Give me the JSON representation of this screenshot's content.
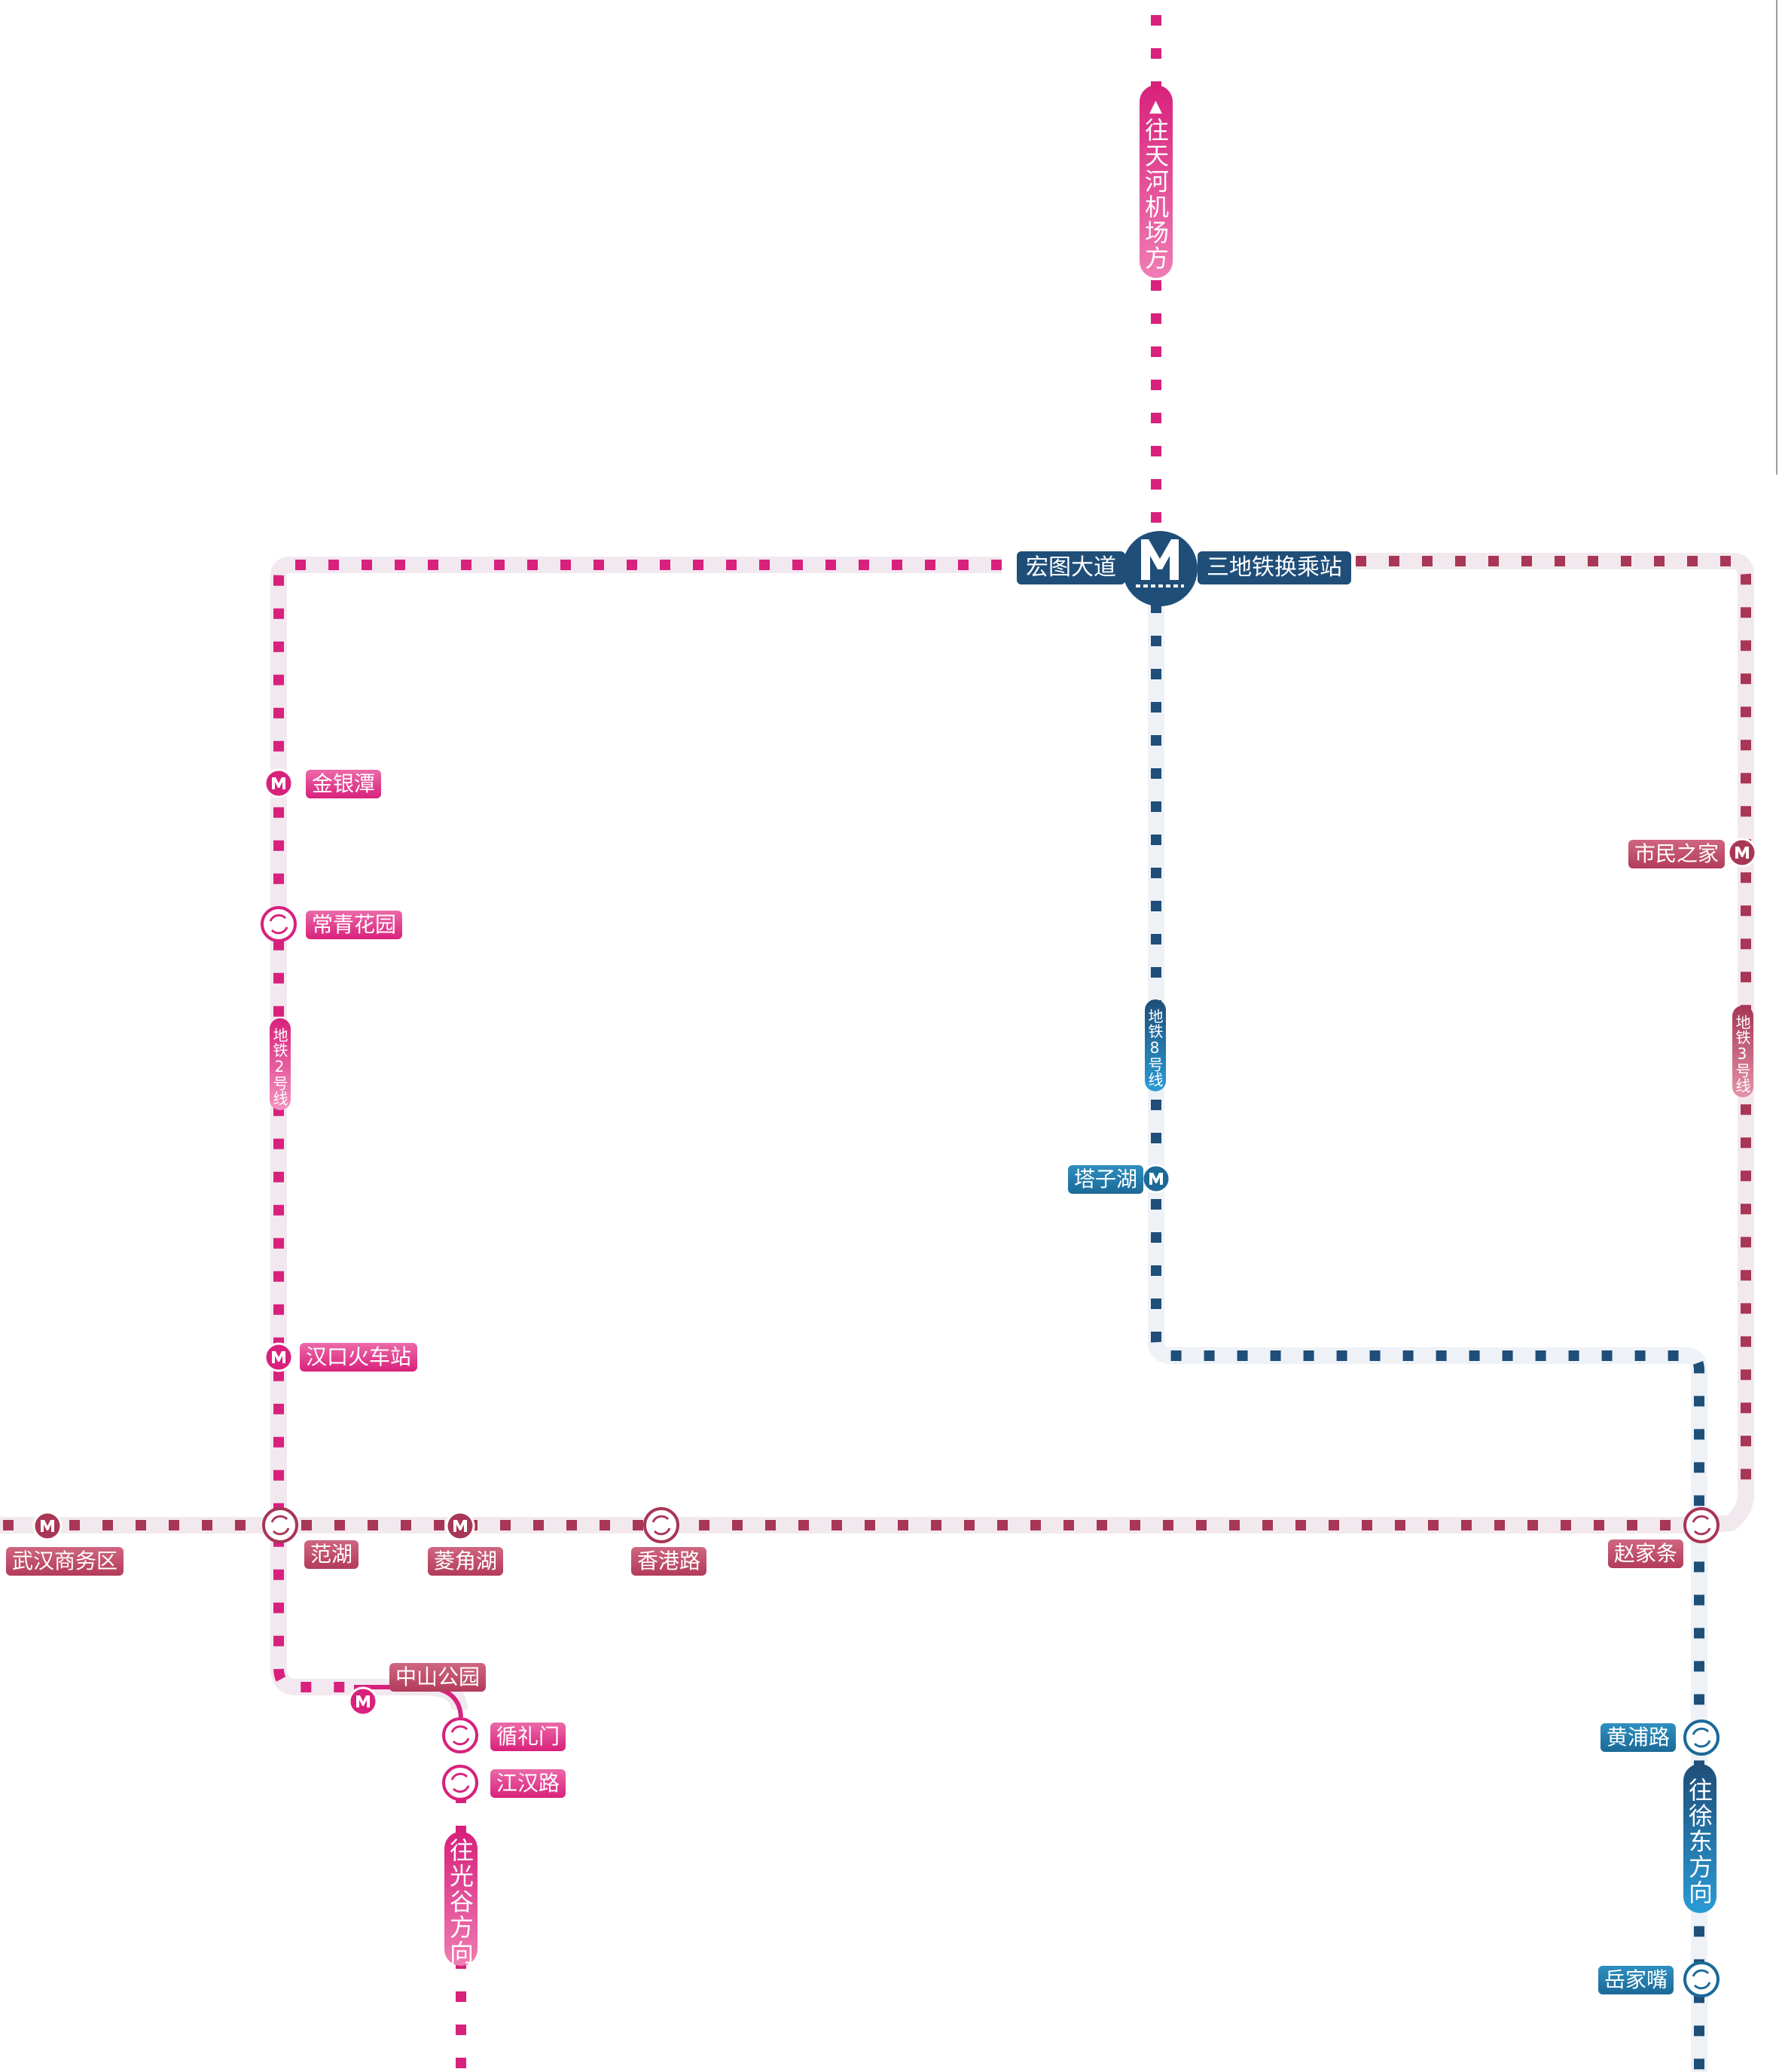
{
  "colors": {
    "line_pink": "#d8217c",
    "line_red": "#a83656",
    "line_navy": "#1f4e79",
    "line_blue": "#2a9bd6",
    "background": "#ffffff"
  },
  "hub": {
    "left_label": "宏图大道",
    "right_label": "三地铁换乘站",
    "icon": "metro-m-logo"
  },
  "directions": {
    "tianhe": "往天河机场方向",
    "guanggu": "往光谷方向",
    "xudong": "往徐东方向"
  },
  "line_tags": {
    "line2": "地铁2号线",
    "line8": "地铁8号线",
    "line3": "地铁3号线"
  },
  "stations": {
    "jinyintan": "金银潭",
    "changqing": "常青花园",
    "hankou_station": "汉口火车站",
    "fanhu": "范湖",
    "wuhan_cbd": "武汉商务区",
    "linjiaohu": "菱角湖",
    "xianggang": "香港路",
    "zhaojiatiao": "赵家条",
    "tazihu": "塔子湖",
    "shiminzhijia": "市民之家",
    "zhongshan_park": "中山公园",
    "xunlimen": "循礼门",
    "jianghan": "江汉路",
    "huangpu": "黄浦路",
    "yuejiazui": "岳家嘴"
  },
  "icons": {
    "metro_station": "metro-m-icon",
    "transfer_station": "transfer-cycle-icon",
    "arrow_up": "arrow-up-icon",
    "arrow_down": "arrow-down-icon"
  }
}
